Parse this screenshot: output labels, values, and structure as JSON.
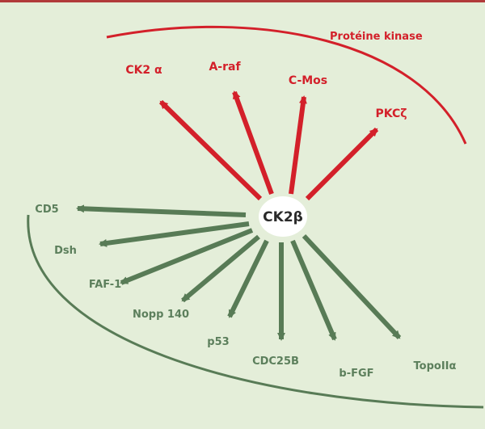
{
  "diagram": {
    "center": "CK2β",
    "group_title": "Protéine kinase",
    "kinases": [
      {
        "label": "CK2 α"
      },
      {
        "label": "A-raf"
      },
      {
        "label": "C-Mos"
      },
      {
        "label": "PKCζ"
      }
    ],
    "substrates": [
      {
        "label": "CD5"
      },
      {
        "label": "Dsh"
      },
      {
        "label": "FAF-1"
      },
      {
        "label": "Nopp 140"
      },
      {
        "label": "p53"
      },
      {
        "label": "CDC25B"
      },
      {
        "label": "b-FGF"
      },
      {
        "label": "TopoIIα"
      }
    ],
    "colors": {
      "background": "#e4eed9",
      "kinase": "#d3202a",
      "substrate": "#587b56",
      "center_bg": "#ffffff",
      "border": "#b13a3a"
    }
  }
}
